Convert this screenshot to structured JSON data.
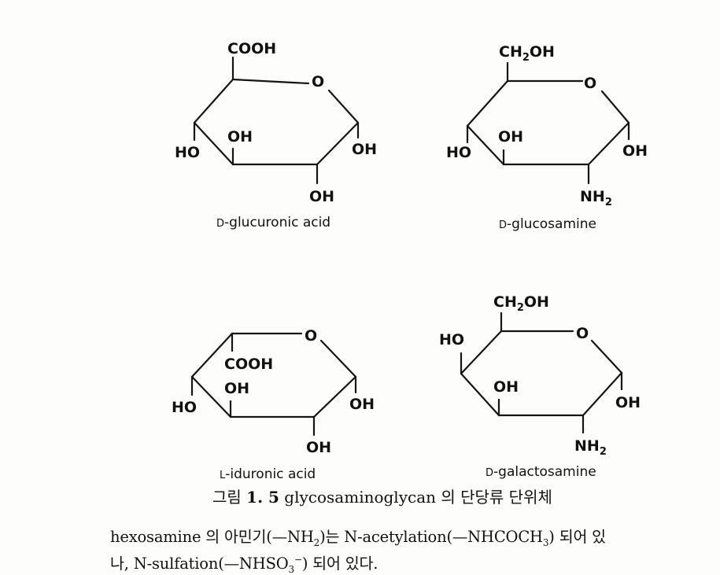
{
  "structures": {
    "glucuronic": {
      "top": "COOH",
      "ring_o": "O",
      "left": "HO",
      "inner": "OH",
      "right": "OH",
      "bottom": "OH",
      "name_prefix": "D",
      "name": "-glucuronic acid"
    },
    "glucosamine": {
      "top": "CH",
      "top_sub": "2",
      "top_suffix": "OH",
      "ring_o": "O",
      "left": "HO",
      "inner": "OH",
      "right": "OH",
      "bottom": "NH",
      "bottom_sub": "2",
      "name_prefix": "D",
      "name": "-glucosamine"
    },
    "iduronic": {
      "ring_o": "O",
      "cooh": "COOH",
      "inner": "OH",
      "left": "HO",
      "right": "OH",
      "bottom": "OH",
      "name_prefix": "L",
      "name": "-iduronic acid"
    },
    "galactosamine": {
      "top": "CH",
      "top_sub": "2",
      "top_suffix": "OH",
      "ring_o": "O",
      "upper_left": "HO",
      "inner": "OH",
      "right": "OH",
      "bottom": "NH",
      "bottom_sub": "2",
      "name_prefix": "D",
      "name": "-galactosamine"
    }
  },
  "caption": {
    "label": "그림",
    "number": "1. 5",
    "text": "glycosaminoglycan 의 단당류 단위체"
  },
  "body": {
    "line1": {
      "a": "hexosamine 의 아민기(—NH",
      "a_sub": "2",
      "b": ")는 N-acetylation(—NHCOCH",
      "b_sub": "3",
      "c": ") 되어 있"
    },
    "line2": {
      "a": "나, N-sulfation(—NHSO",
      "a_sub": "3",
      "a_sup": "−",
      "b": ") 되어 있다."
    }
  }
}
